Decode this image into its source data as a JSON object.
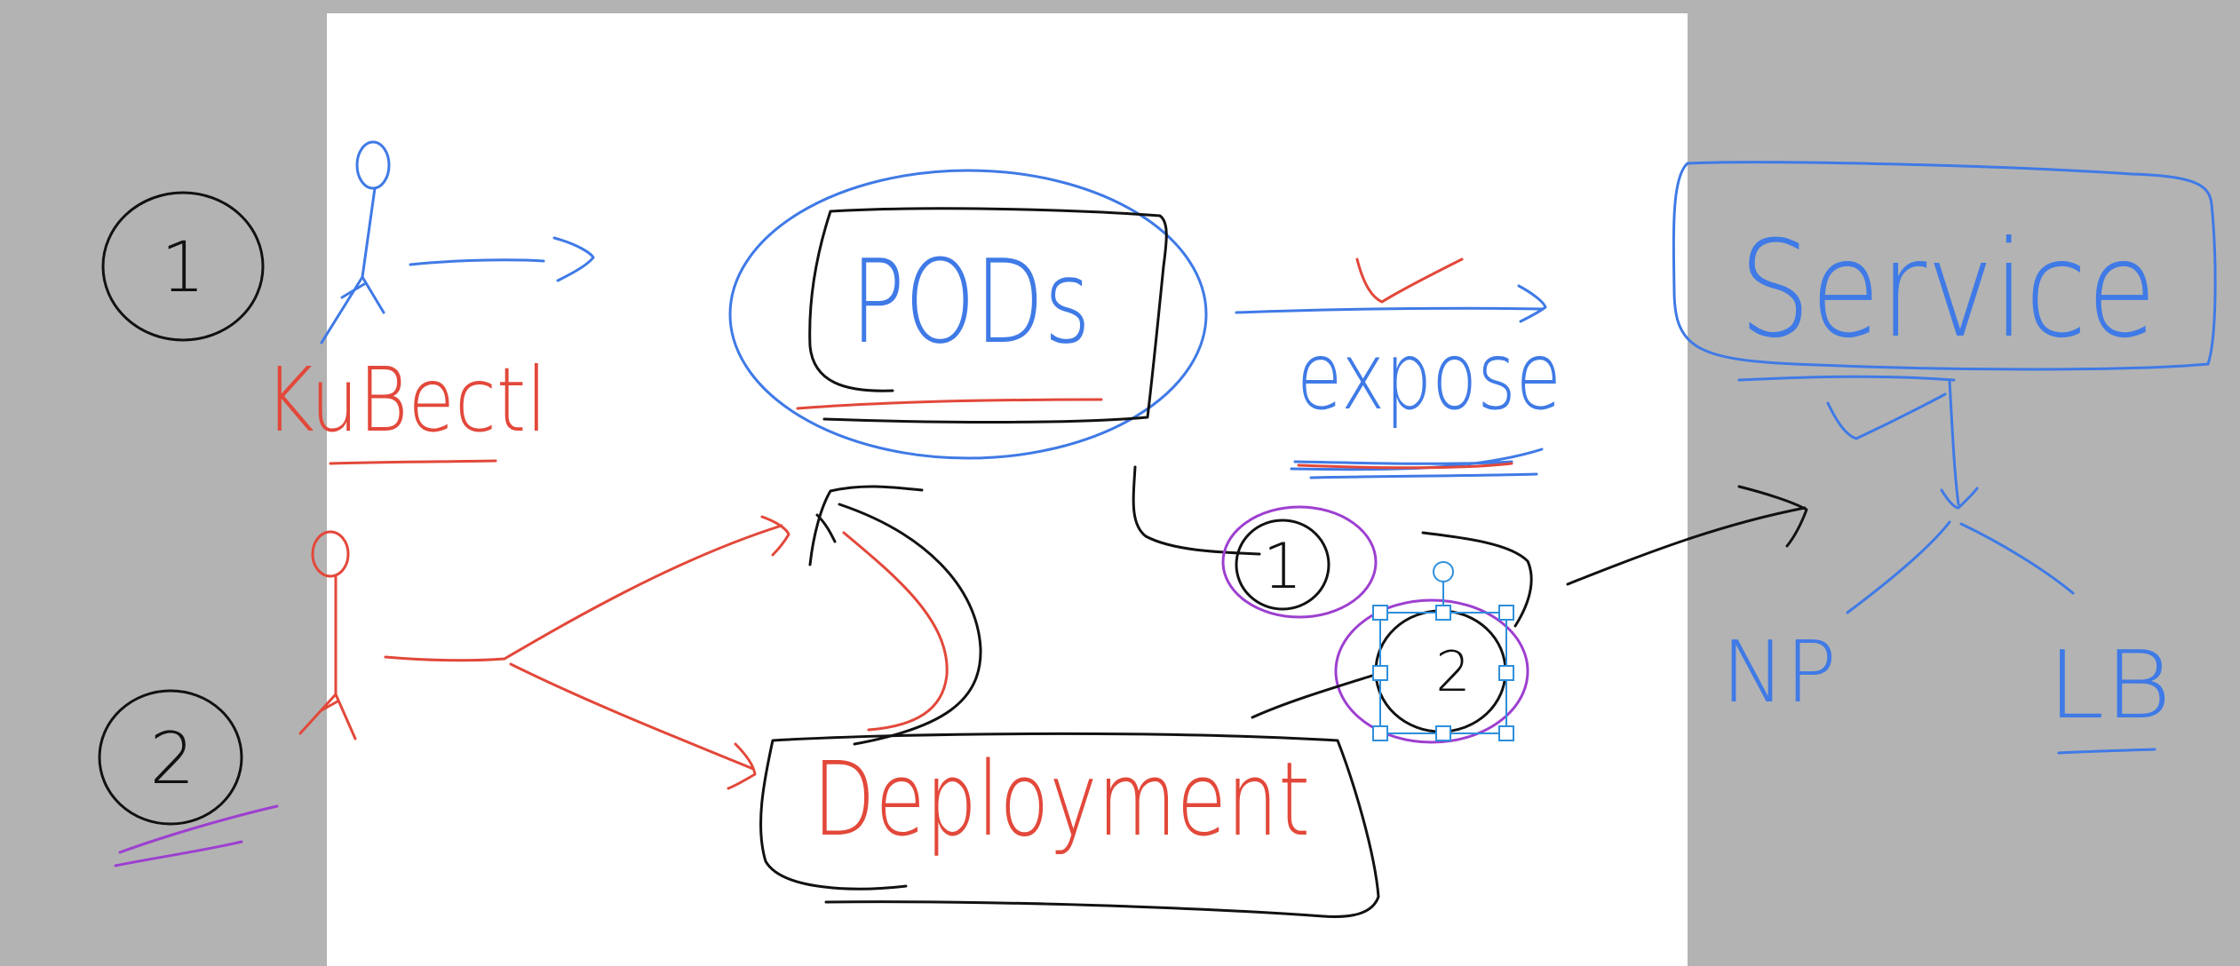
{
  "colors": {
    "background": "#b3b3b3",
    "page": "#ffffff",
    "ink_black": "#111111",
    "ink_blue": "#3f7ae6",
    "ink_red": "#e2483a",
    "ink_purple": "#9d3fd0",
    "selection_blue": "#2d8fdc"
  },
  "labels": {
    "step_one": "1",
    "step_two": "2",
    "kubectl": "KuBectl",
    "pods": "PODs",
    "expose": "expose",
    "deployment": "Deployment",
    "service": "Service",
    "np": "NP",
    "lb": "LB",
    "marker_one": "1",
    "marker_two": "2"
  }
}
